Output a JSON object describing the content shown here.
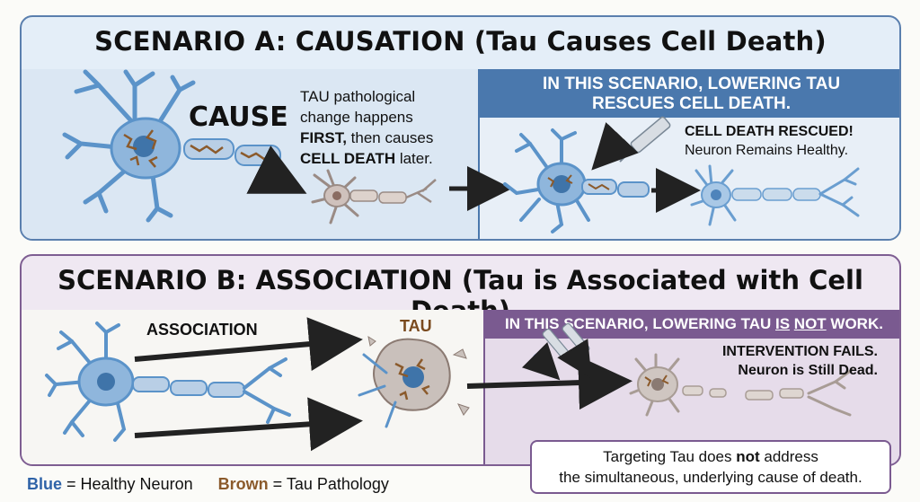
{
  "scenario_a": {
    "title": "SCENARIO A: CAUSATION (Tau Causes Cell Death)",
    "cause_label": "CAUSE",
    "description": {
      "line1": "TAU pathological",
      "line2": "change happens",
      "line3_bold": "FIRST,",
      "line3_rest": " then causes",
      "line4_bold": "CELL DEATH",
      "line4_rest": " later."
    },
    "intervention_header": {
      "line1": "IN THIS SCENARIO, LOWERING TAU",
      "line2": "RESCUES CELL DEATH."
    },
    "outcome_title": "CELL DEATH RESCUED!",
    "outcome_subtitle": "Neuron Remains Healthy."
  },
  "scenario_b": {
    "title": "SCENARIO B: ASSOCIATION (Tau is Associated with Cell Death)",
    "association_label": "ASSOCIATION",
    "tau_label": "TAU",
    "intervention_header": {
      "prefix": "IN THIS SCENARIO, LOWERING TAU ",
      "is": "IS",
      "space": " ",
      "not": "NOT",
      "suffix": " WORK."
    },
    "outcome_title": "INTERVENTION FAILS.",
    "outcome_subtitle": "Neuron is Still Dead.",
    "callout": {
      "line1_prefix": "Targeting Tau does ",
      "line1_not": "not",
      "line1_suffix": " address",
      "line2": "the simultaneous, underlying cause of death."
    }
  },
  "legend": {
    "blue_word": "Blue",
    "blue_text": " = Healthy Neuron",
    "brown_word": "Brown",
    "brown_text": " = Tau Pathology"
  },
  "colors": {
    "healthy_neuron": "#5b93c9",
    "tau_pathology": "#8b5a2b",
    "scenario_a_border": "#5a7fae",
    "scenario_b_border": "#7e5e92",
    "scenario_a_header": "#4a78ad",
    "scenario_b_header": "#7a5a90"
  }
}
